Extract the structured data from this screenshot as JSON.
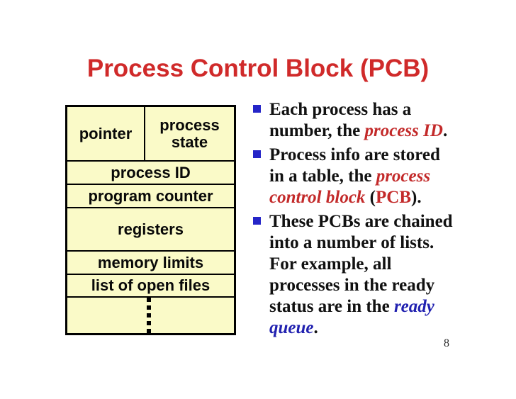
{
  "slide": {
    "title": "Process Control Block (PCB)",
    "page_number": "8"
  },
  "pcb_table": {
    "row1_left": "pointer",
    "row1_right": "process\nstate",
    "cells": [
      "process ID",
      "program counter",
      "registers",
      "memory limits",
      "list of open files"
    ],
    "continuation_icon": "vertical-ellipsis"
  },
  "bullets": [
    {
      "segments": [
        {
          "text": "Each process has a\nnumber, the ",
          "style": "black"
        },
        {
          "text": "process ID",
          "style": "red-italic"
        },
        {
          "text": ".",
          "style": "black"
        }
      ]
    },
    {
      "segments": [
        {
          "text": "Process info are stored\nin a table, the ",
          "style": "black"
        },
        {
          "text": "process\ncontrol block",
          "style": "red-italic"
        },
        {
          "text": " (",
          "style": "black"
        },
        {
          "text": "PCB",
          "style": "red-bold"
        },
        {
          "text": ").",
          "style": "black"
        }
      ]
    },
    {
      "segments": [
        {
          "text": "These PCBs are chained\ninto a number of lists.\nFor example, all\nprocesses in the ready\nstatus are in the ",
          "style": "black"
        },
        {
          "text": "ready\nqueue",
          "style": "blue-italic"
        },
        {
          "text": ".",
          "style": "black"
        }
      ]
    }
  ],
  "colors": {
    "title_red": "#d02a2a",
    "accent_red": "#c32a2a",
    "accent_blue": "#2121b0",
    "bullet_square_blue": "#2525c8",
    "table_fill": "#fafac8",
    "table_border": "#000000"
  }
}
